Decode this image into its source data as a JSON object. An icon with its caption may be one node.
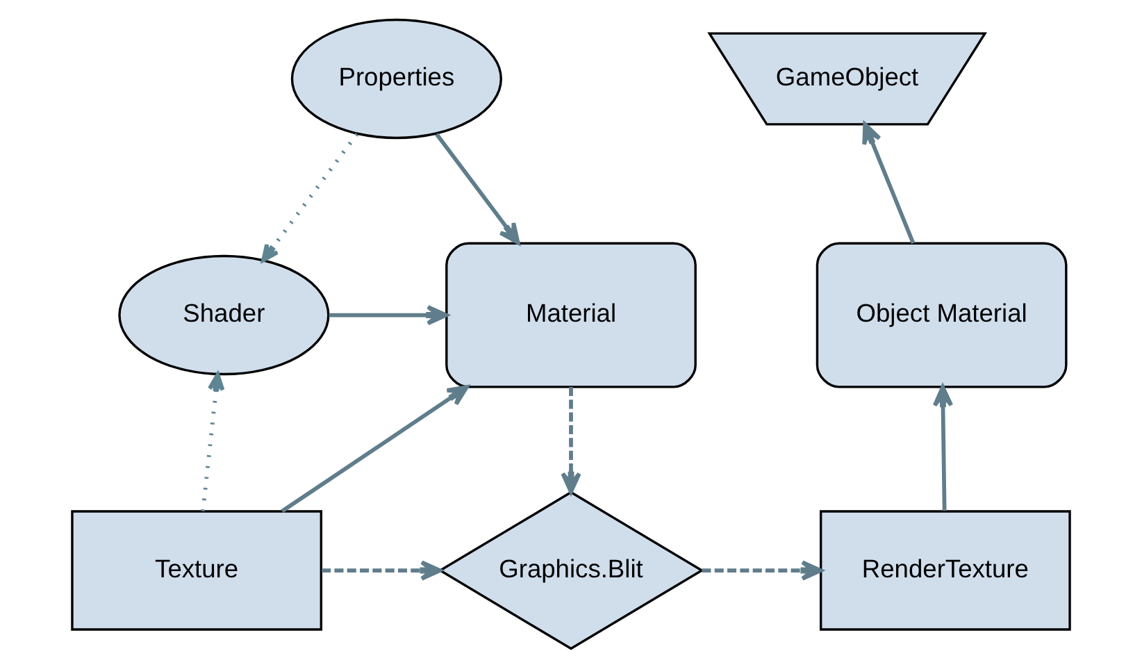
{
  "diagram": {
    "nodes": [
      {
        "text": [
          "Properties"
        ]
      },
      {
        "text": [
          "Shader"
        ]
      },
      {
        "text": [
          "Material"
        ]
      },
      {
        "text": [
          "Texture"
        ]
      },
      {
        "text": [
          "Graphics.Blit"
        ]
      },
      {
        "text": [
          "RenderTexture"
        ]
      },
      {
        "text": [
          "Object Material"
        ]
      },
      {
        "text": [
          "GameObject"
        ]
      }
    ],
    "edges": [
      {
        "from": 0,
        "to": 2,
        "arrow": "to"
      },
      {
        "from": 0,
        "to": 1,
        "arrow": "to",
        "style": "dashed",
        "color": "#5f8593"
      },
      {
        "from": 1,
        "to": 2,
        "arrow": "to"
      },
      {
        "from": 3,
        "to": 2,
        "arrow": "to"
      },
      {
        "from": 3,
        "to": 1,
        "arrow": "to",
        "style": "dashed",
        "color": "#5f8593"
      },
      {
        "from": 2,
        "to": 4,
        "arrow": "to",
        "style": "dashed"
      },
      {
        "from": 3,
        "to": 4,
        "arrow": "to",
        "style": "dashed"
      },
      {
        "from": 4,
        "to": 5,
        "arrow": "to",
        "style": "dashed"
      },
      {
        "from": 5,
        "to": 6,
        "arrow": "to"
      },
      {
        "from": 6,
        "to": 7,
        "arrow": "to"
      }
    ]
  }
}
